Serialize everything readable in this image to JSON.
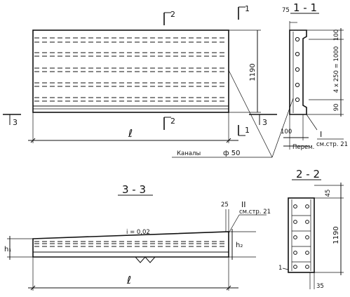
{
  "plan": {
    "section_mark_1": "1",
    "section_mark_2": "2",
    "section_mark_3": "3",
    "height_dim": "1190",
    "length_dim": "ℓ",
    "channels_label": "Каналы",
    "channels_dia": "ф 50"
  },
  "section_1_1": {
    "title": "1 - 1",
    "dim_top": "75",
    "dim_top_right": "100",
    "dim_spacing": "4 x 250 = 1000",
    "dim_bottom_right": "90",
    "dim_bottom_left": "100",
    "label_variable": "Перем.",
    "callout_num": "I",
    "callout_ref": "см.стр. 21"
  },
  "elevation_3_3": {
    "title": "3 - 3",
    "slope": "i = 0,02",
    "h_left": "h₁",
    "h_right": "h₂",
    "length_dim": "ℓ",
    "dim_top": "25",
    "callout_num": "II",
    "callout_ref": "см.стр. 21"
  },
  "section_2_2": {
    "title": "2 - 2",
    "dim_top": "45",
    "height_dim": "1190",
    "dim_bottom": "35",
    "mark_1": "1"
  }
}
